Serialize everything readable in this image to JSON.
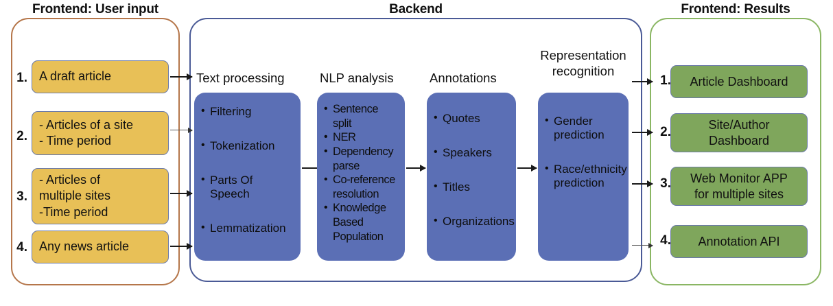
{
  "groups": [
    {
      "id": "user-input",
      "title": "Frontend: User input",
      "border_color": "#b5764a"
    },
    {
      "id": "backend",
      "title": "Backend",
      "border_color": "#4a5a96"
    },
    {
      "id": "results",
      "title": "Frontend: Results",
      "border_color": "#8ab663"
    }
  ],
  "user_input": {
    "items": [
      {
        "number": "1.",
        "lines": [
          "A draft  article"
        ]
      },
      {
        "number": "2.",
        "lines": [
          "- Articles of a site",
          "- Time period"
        ]
      },
      {
        "number": "3.",
        "lines": [
          "- Articles of",
          "multiple sites",
          " -Time period"
        ]
      },
      {
        "number": "4.",
        "lines": [
          "Any news article"
        ]
      }
    ]
  },
  "backend": {
    "columns": [
      {
        "header": "Text processing",
        "header_lines": [
          "Text processing"
        ],
        "bullets": [
          "Filtering",
          "Tokenization",
          "Parts Of Speech",
          "Lemmatization"
        ]
      },
      {
        "header": "NLP analysis",
        "header_lines": [
          "NLP analysis"
        ],
        "bullets": [
          "Sentence split",
          "NER",
          "Dependency parse",
          "Co-reference resolution",
          "Knowledge Based Population"
        ]
      },
      {
        "header": "Annotations",
        "header_lines": [
          "Annotations"
        ],
        "bullets": [
          "Quotes",
          "Speakers",
          "Titles",
          "Organizations"
        ]
      },
      {
        "header": "Representation recognition",
        "header_lines": [
          "Representation",
          "recognition"
        ],
        "bullets": [
          "Gender prediction",
          "Race/ethnicity prediction"
        ]
      }
    ]
  },
  "results": {
    "items": [
      {
        "number": "1.",
        "lines": [
          "Article Dashboard"
        ]
      },
      {
        "number": "2.",
        "lines": [
          "Site/Author",
          "Dashboard"
        ]
      },
      {
        "number": "3.",
        "lines": [
          "Web Monitor APP",
          "for multiple sites"
        ]
      },
      {
        "number": "4.",
        "lines": [
          "Annotation API"
        ]
      }
    ]
  },
  "colors": {
    "input_box_fill": "#e8c057",
    "process_box_fill": "#5b6fb5",
    "result_box_fill": "#7fa65c",
    "box_stroke": "#6b7aa8",
    "arrow": "#1a1a1a"
  }
}
